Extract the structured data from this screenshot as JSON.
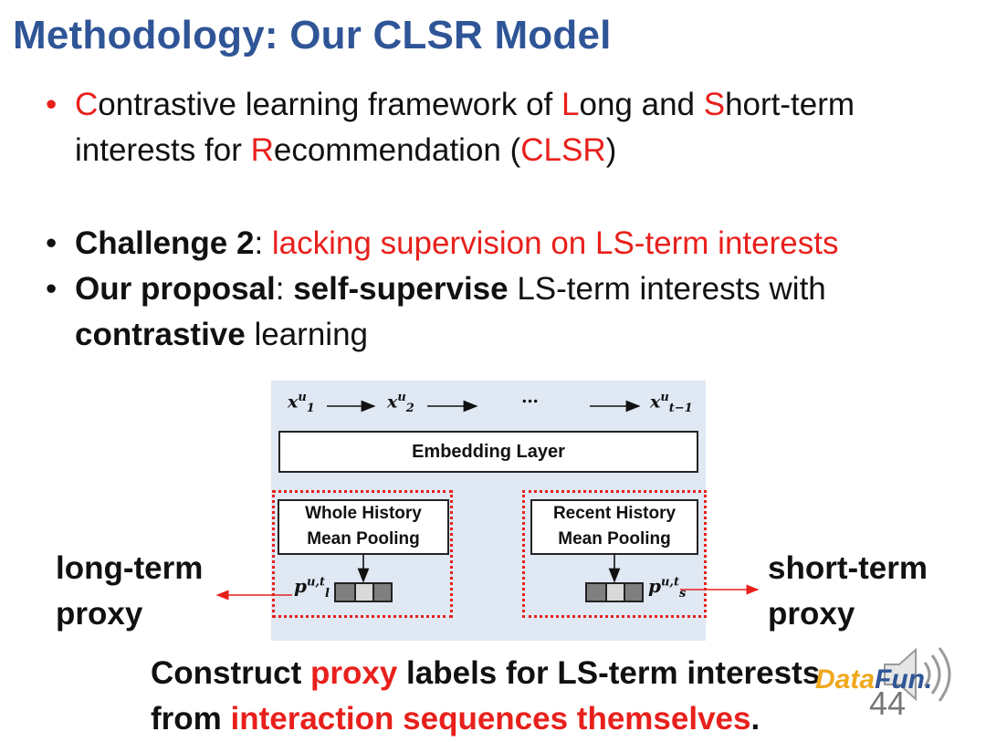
{
  "slide": {
    "title": "Methodology: Our CLSR Model",
    "bullet1": {
      "marker": "•",
      "parts": [
        "C",
        "ontrastive learning framework of ",
        "L",
        "ong and ",
        "S",
        "hort-term"
      ],
      "line2_parts": [
        "interests for ",
        "R",
        "ecommendation (",
        "CLSR",
        ")"
      ]
    },
    "bullet2": {
      "marker": "•",
      "bold": "Challenge 2",
      "sep": ": ",
      "red": "lacking supervision on LS-term interests"
    },
    "bullet3": {
      "marker": "•",
      "bold1": "Our proposal",
      "sep": ": ",
      "bold2": "self-supervise",
      "text1": " LS-term interests with",
      "bold3": "contrastive",
      "text2": " learning"
    },
    "diagram": {
      "x1": "x",
      "x1_sup": "u",
      "x1_sub": "1",
      "x2": "x",
      "x2_sup": "u",
      "x2_sub": "2",
      "dots": "…",
      "xt": "x",
      "xt_sup": "u",
      "xt_sub": "t−1",
      "embedding_label": "Embedding Layer",
      "whole_line1": "Whole History",
      "whole_line2": "Mean Pooling",
      "recent_line1": "Recent History",
      "recent_line2": "Mean Pooling",
      "pl": "p",
      "pl_sup": "u,t",
      "pl_sub": "l",
      "ps": "p",
      "ps_sup": "u,t",
      "ps_sub": "s"
    },
    "left_label": {
      "line1": "long-term",
      "line2": "proxy"
    },
    "right_label": {
      "line1": "short-term",
      "line2": "proxy"
    },
    "bottom": {
      "line1_a": "Construct ",
      "line1_red": "proxy",
      "line1_b": " labels for LS-term interests",
      "line2_a": "from ",
      "line2_red": "interaction sequences themselves",
      "line2_b": "."
    },
    "logo": {
      "a": "Data",
      "b": "Fun."
    },
    "page_number": "44",
    "colors": {
      "title": "#2f5597",
      "accent_red": "#e8201c",
      "diagram_bg": "#dfe8f3"
    }
  }
}
